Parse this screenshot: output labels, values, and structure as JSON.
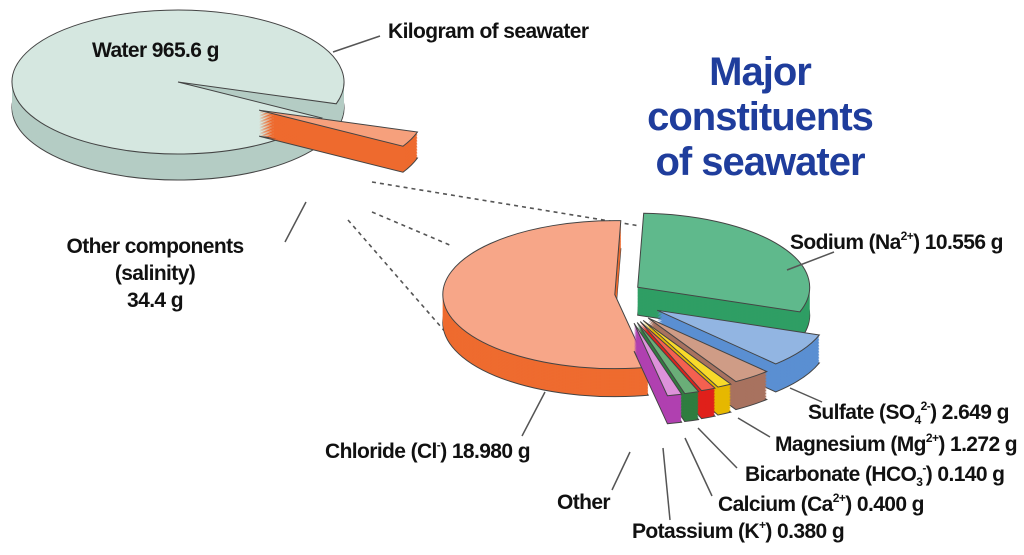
{
  "title": {
    "lines": [
      "Major",
      "constituents",
      "of seawater"
    ],
    "color": "#1f3d9c"
  },
  "chart_data": [
    {
      "type": "pie",
      "title": "Kilogram of seawater",
      "unit": "g",
      "slices": [
        {
          "key": "water",
          "name": "Water",
          "value": 965.6,
          "label": [
            {
              "t": "Water 965.6 g"
            }
          ],
          "top": "#d5e7e0",
          "side": "#b4ccc4"
        },
        {
          "key": "other-components",
          "name": "Other components (salinity)",
          "value": 34.4,
          "label_lines": [
            "Other components",
            "(salinity)",
            "34.4 g"
          ],
          "top": "#f6a07c",
          "side": "#ee6a2e"
        }
      ]
    },
    {
      "type": "pie",
      "title": "Major constituents of seawater",
      "unit": "g",
      "slices": [
        {
          "key": "sodium",
          "name": "Sodium",
          "value": 10.556,
          "label": [
            {
              "t": "Sodium (Na"
            },
            {
              "t": "2+",
              "s": "sup"
            },
            {
              "t": ") 10.556 g"
            }
          ],
          "top": "#5fb98c",
          "side": "#2f9e64"
        },
        {
          "key": "sulfate",
          "name": "Sulfate",
          "value": 2.649,
          "label": [
            {
              "t": "Sulfate (SO"
            },
            {
              "t": "4",
              "s": "sub"
            },
            {
              "t": "2-",
              "s": "sup"
            },
            {
              "t": ") 2.649 g"
            }
          ],
          "top": "#92b5e2",
          "side": "#5a8fd2"
        },
        {
          "key": "magnesium",
          "name": "Magnesium",
          "value": 1.272,
          "label": [
            {
              "t": "Magnesium (Mg"
            },
            {
              "t": "2+",
              "s": "sup"
            },
            {
              "t": ") 1.272 g"
            }
          ],
          "top": "#cf9c86",
          "side": "#a8725f"
        },
        {
          "key": "bicarbonate",
          "name": "Bicarbonate",
          "value": 0.14,
          "label": [
            {
              "t": "Bicarbonate (HCO"
            },
            {
              "t": "3",
              "s": "sub"
            },
            {
              "t": "-",
              "s": "sup"
            },
            {
              "t": ") 0.140 g"
            }
          ],
          "top": "#f8da2a",
          "side": "#e6b800"
        },
        {
          "key": "calcium",
          "name": "Calcium",
          "value": 0.4,
          "label": [
            {
              "t": "Calcium (Ca"
            },
            {
              "t": "2+",
              "s": "sup"
            },
            {
              "t": ") 0.400 g"
            }
          ],
          "top": "#f46050",
          "side": "#e0201a"
        },
        {
          "key": "potassium",
          "name": "Potassium",
          "value": 0.38,
          "label": [
            {
              "t": "Potassium (K"
            },
            {
              "t": "+",
              "s": "sup"
            },
            {
              "t": ") 0.380 g"
            }
          ],
          "top": "#6aae78",
          "side": "#2f7d3f"
        },
        {
          "key": "other",
          "name": "Other",
          "value": 0.023,
          "label": [
            {
              "t": "Other"
            }
          ],
          "top": "#dd92da",
          "side": "#b040b0"
        },
        {
          "key": "chloride",
          "name": "Chloride",
          "value": 18.98,
          "label": [
            {
              "t": "Chloride (Cl"
            },
            {
              "t": "-",
              "s": "sup"
            },
            {
              "t": ") 18.980 g"
            }
          ],
          "top": "#f7a688",
          "side": "#ee6b2f"
        }
      ]
    }
  ]
}
